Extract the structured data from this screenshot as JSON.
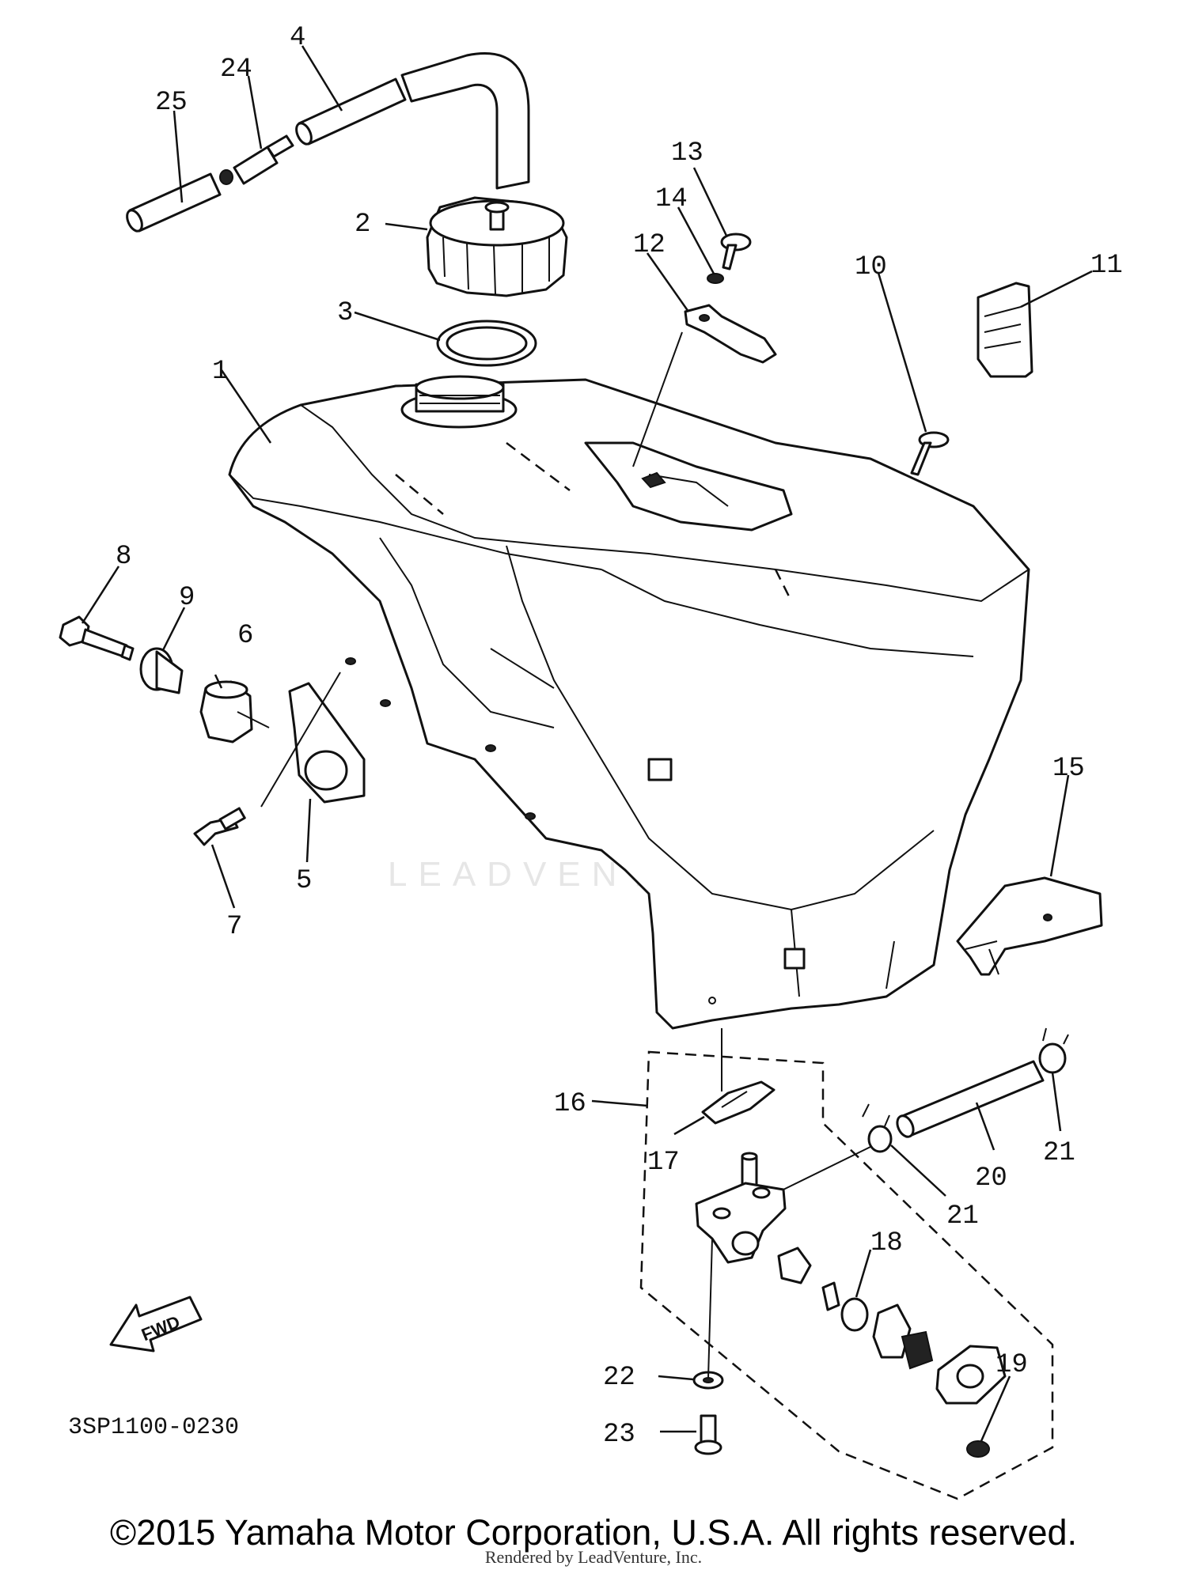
{
  "diagram": {
    "code": "3SP1100-0230",
    "fwd_label": "FWD",
    "watermark": "LEADVENTURE",
    "callouts": [
      "1",
      "2",
      "3",
      "4",
      "5",
      "6",
      "7",
      "8",
      "9",
      "10",
      "11",
      "12",
      "13",
      "14",
      "15",
      "16",
      "17",
      "18",
      "19",
      "20",
      "21",
      "21",
      "22",
      "23",
      "24",
      "25"
    ]
  },
  "footer": {
    "copyright": "©2015 Yamaha Motor Corporation, U.S.A. All rights reserved.",
    "rendered_by": "Rendered by LeadVenture, Inc."
  }
}
